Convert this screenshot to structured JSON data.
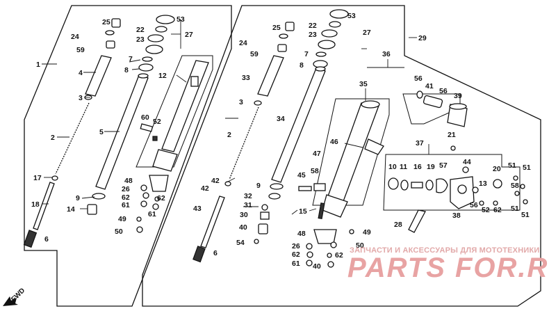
{
  "labels": {
    "l1": "1",
    "l2a": "2",
    "l2b": "2",
    "l3a": "3",
    "l3b": "3",
    "l4": "4",
    "l5": "5",
    "l6a": "6",
    "l6b": "6",
    "l7a": "7",
    "l7b": "7",
    "l8a": "8",
    "l8b": "8",
    "l9a": "9",
    "l9b": "9",
    "l10": "10",
    "l11": "11",
    "l12": "12",
    "l13": "13",
    "l14": "14",
    "l15": "15",
    "l16": "16",
    "l17": "17",
    "l18": "18",
    "l19": "19",
    "l20": "20",
    "l21": "21",
    "l22a": "22",
    "l22b": "22",
    "l23a": "23",
    "l23b": "23",
    "l24a": "24",
    "l24b": "24",
    "l25a": "25",
    "l25b": "25",
    "l26a": "26",
    "l26b": "26",
    "l27a": "27",
    "l27b": "27",
    "l28": "28",
    "l29": "29",
    "l30": "30",
    "l31": "31",
    "l32": "32",
    "l33": "33",
    "l34": "34",
    "l35": "35",
    "l36": "36",
    "l37": "37",
    "l38": "38",
    "l39": "39",
    "l40a": "40",
    "l40b": "40",
    "l41": "41",
    "l42a": "42",
    "l42b": "42",
    "l43": "43",
    "l44": "44",
    "l45": "45",
    "l46": "46",
    "l47": "47",
    "l48a": "48",
    "l48b": "48",
    "l49a": "49",
    "l49b": "49",
    "l50a": "50",
    "l50b": "50",
    "l51a": "51",
    "l51b": "51",
    "l51c": "51",
    "l51d": "51",
    "l52a": "52",
    "l52b": "52",
    "l53a": "53",
    "l53b": "53",
    "l54": "54",
    "l56a": "56",
    "l56b": "56",
    "l56c": "56",
    "l57": "57",
    "l58a": "58",
    "l58b": "58",
    "l59a": "59",
    "l59b": "59",
    "l60": "60",
    "l61a": "61",
    "l61b": "61",
    "l61c": "61",
    "l62a": "62",
    "l62b": "62",
    "l62c": "62",
    "l62d": "62"
  },
  "fwd": "FWD",
  "watermark": {
    "caption": "ЗАПЧАСТИ И АКСЕССУАРЫ ДЛЯ МОТОТЕХНИКИ",
    "brand": "PARTS FOR.RU"
  },
  "colors": {
    "line": "#111111",
    "watermark": "#e8a3a3"
  }
}
